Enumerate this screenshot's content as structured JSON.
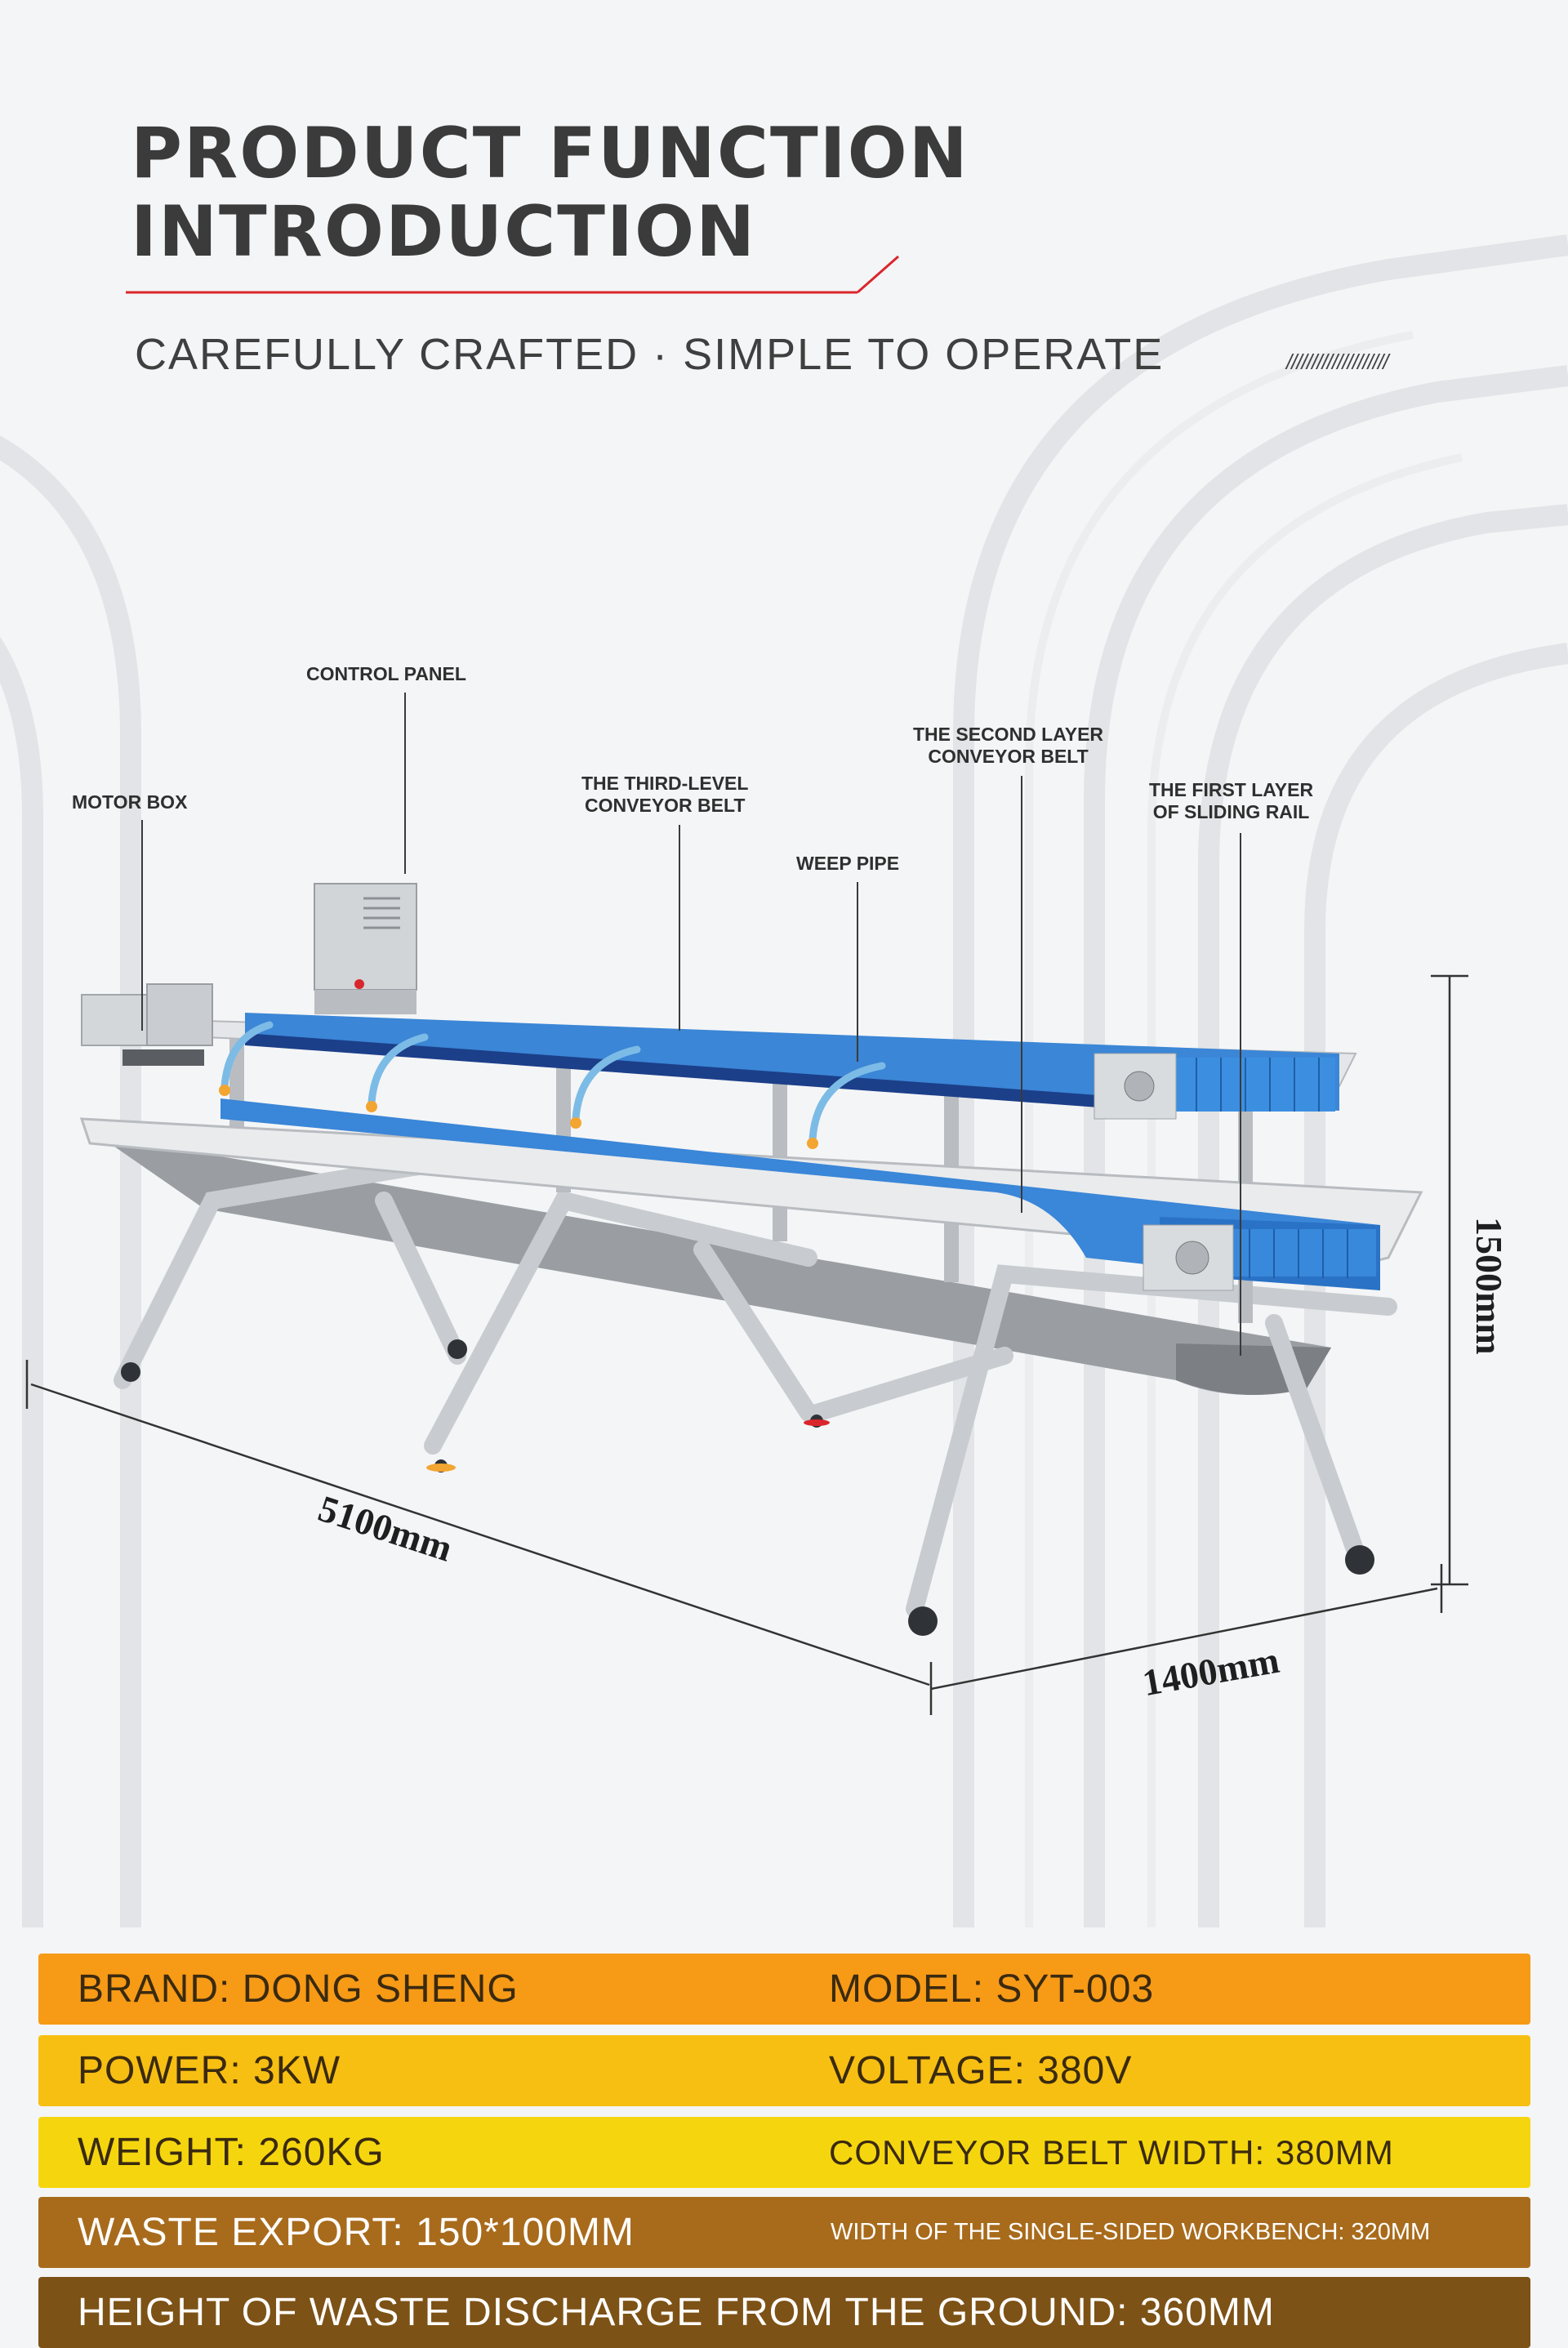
{
  "header": {
    "title_line1": "PRODUCT FUNCTION",
    "title_line2": "INTRODUCTION",
    "subtitle": "CAREFULLY CRAFTED · SIMPLE TO OPERATE",
    "slashes": "////////////////////"
  },
  "callouts": {
    "control_panel": "CONTROL PANEL",
    "motor_box": "MOTOR BOX",
    "third_level_belt_l1": "THE THIRD-LEVEL",
    "third_level_belt_l2": "CONVEYOR BELT",
    "weep_pipe": "WEEP PIPE",
    "second_layer_belt_l1": "THE SECOND LAYER",
    "second_layer_belt_l2": "CONVEYOR BELT",
    "first_layer_rail_l1": "THE FIRST LAYER",
    "first_layer_rail_l2": "OF SLIDING RAIL"
  },
  "dimensions": {
    "length": "5100mm",
    "width": "1400mm",
    "height": "1500mm"
  },
  "specs": {
    "brand": "BRAND: DONG SHENG",
    "model": "MODEL: SYT-003",
    "power": "POWER: 3KW",
    "voltage": "VOLTAGE: 380V",
    "weight": "WEIGHT: 260KG",
    "belt_width": "CONVEYOR BELT WIDTH: 380MM",
    "waste_export": "WASTE EXPORT: 150*100MM",
    "workbench_width": "WIDTH OF THE SINGLE-SIDED WORKBENCH: 320MM",
    "discharge_height": "HEIGHT OF WASTE DISCHARGE FROM THE GROUND: 360MM"
  },
  "colors": {
    "row1": "#f79a16",
    "row2": "#f7bf12",
    "row3": "#f5d60e",
    "row4": "#a86b1c",
    "row5": "#7d5216",
    "belt_blue": "#2f7fd6",
    "accent_red": "#d9262c"
  }
}
